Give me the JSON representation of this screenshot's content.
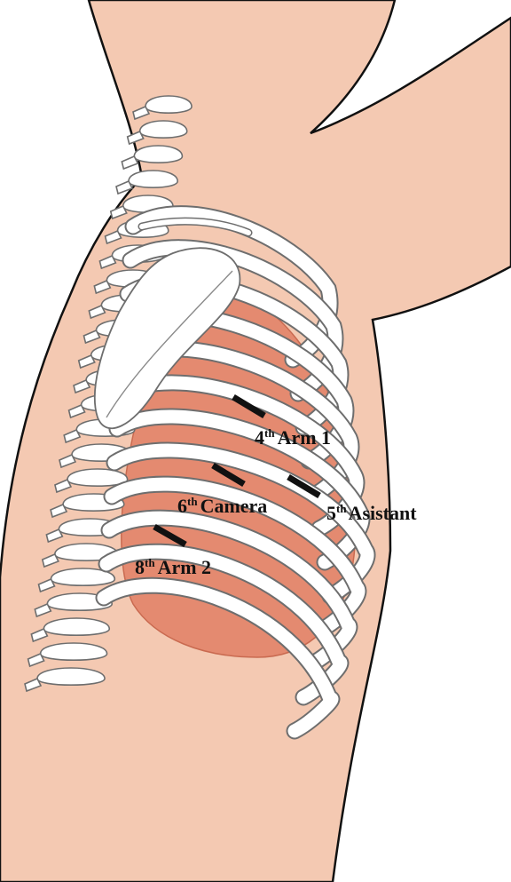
{
  "colors": {
    "skin": "#f4c9b2",
    "skin_outline": "#111111",
    "lung": "#e48a70",
    "lung_dark": "#d9735a",
    "bone": "#ffffff",
    "bone_outline": "#6e6e6e",
    "marker": "#111111"
  },
  "ports": [
    {
      "id": "arm1",
      "ordinal": "4",
      "suffix": "th",
      "name": "Arm 1"
    },
    {
      "id": "camera",
      "ordinal": "6",
      "suffix": "th",
      "name": "Camera"
    },
    {
      "id": "assistant",
      "ordinal": "5",
      "suffix": "th",
      "name": "Asistant"
    },
    {
      "id": "arm2",
      "ordinal": "8",
      "suffix": "th",
      "name": "Arm 2"
    }
  ]
}
